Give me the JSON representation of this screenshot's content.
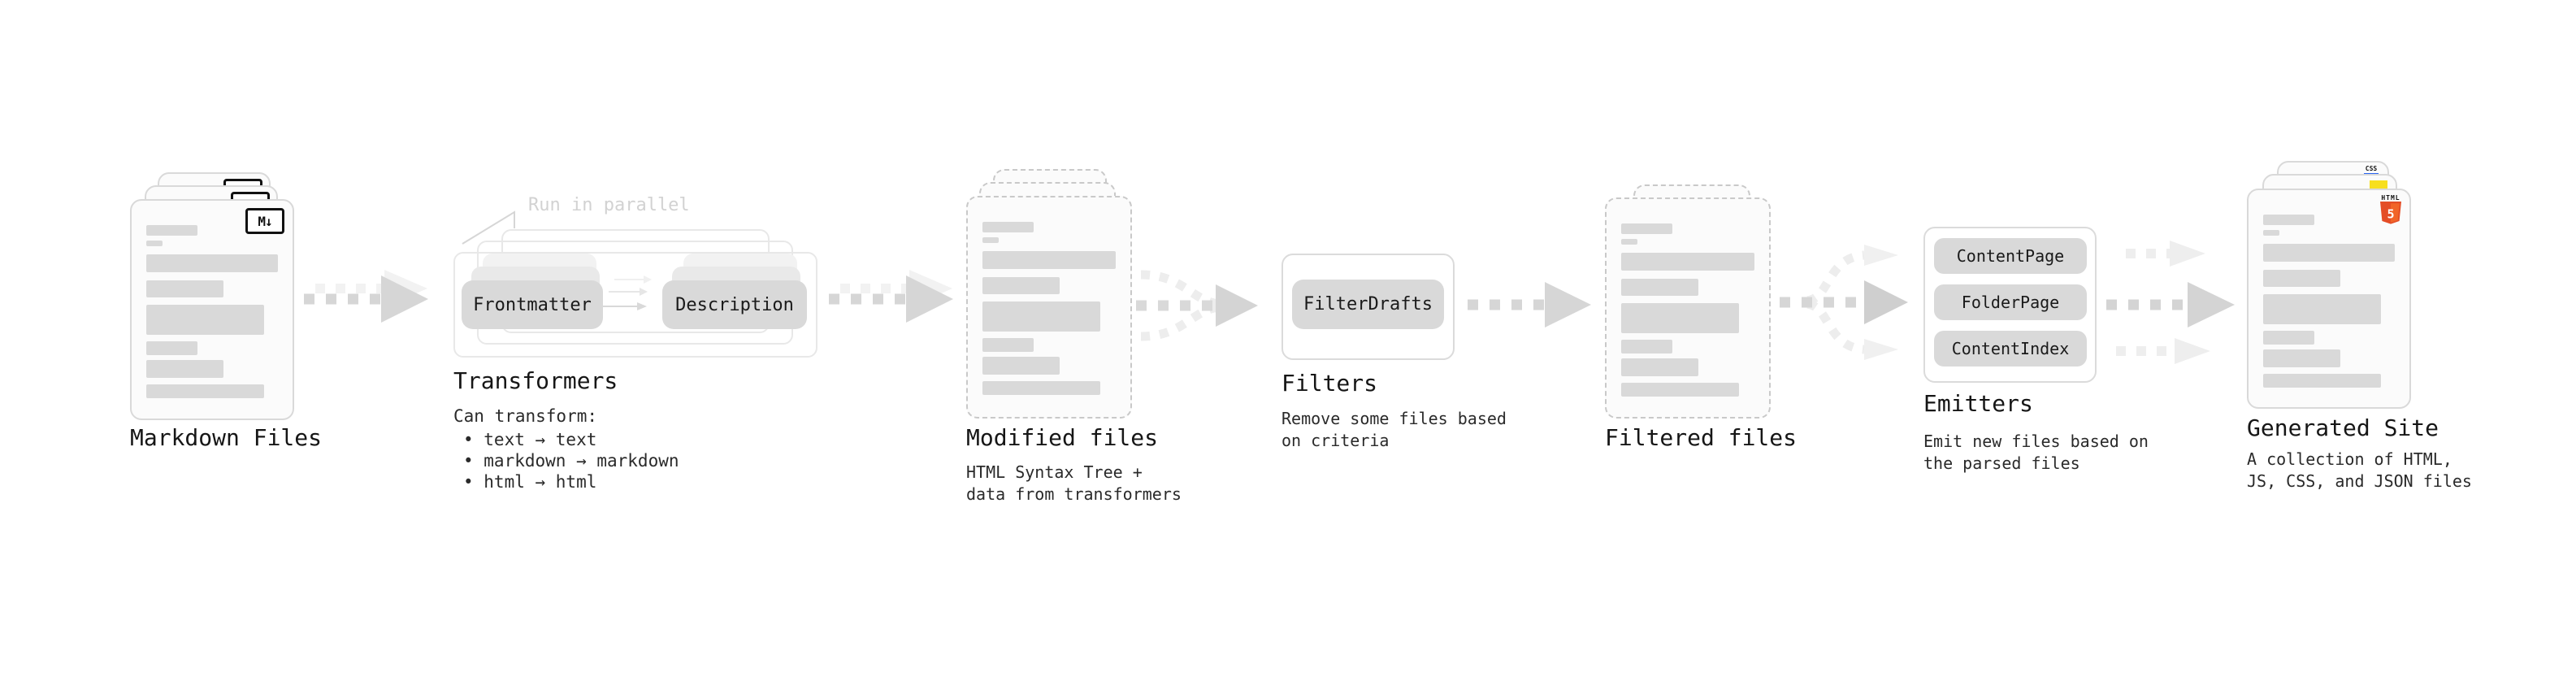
{
  "diagram": {
    "stages": {
      "markdown": {
        "label": "Markdown Files",
        "badge": "M↓"
      },
      "transformers": {
        "label": "Transformers",
        "annotation": "Run in parallel",
        "pill_from": "Frontmatter",
        "pill_to": "Description",
        "note_title": "Can transform:",
        "bullets": [
          "• text → text",
          "• markdown → markdown",
          "• html → html"
        ]
      },
      "modified": {
        "label": "Modified files",
        "sublabel": "HTML Syntax Tree +\ndata from transformers"
      },
      "filters": {
        "label": "Filters",
        "pill": "FilterDrafts",
        "sublabel": "Remove some files based\non criteria"
      },
      "filtered": {
        "label": "Filtered files"
      },
      "emitters": {
        "label": "Emitters",
        "pills": [
          "ContentPage",
          "FolderPage",
          "ContentIndex"
        ],
        "sublabel": "Emit new files based on\nthe parsed files"
      },
      "generated": {
        "label": "Generated Site",
        "sublabel": "A collection of HTML,\nJS, CSS, and JSON files",
        "badge_css": "CSS",
        "badge_html": "HTML",
        "badge_html_number": "5"
      }
    },
    "colors": {
      "card_border": "#d9d9d9",
      "dashed_border": "#c9c9c9",
      "skeleton_bar": "#d9d9d9",
      "pill_bg": "#d9d9d9",
      "arrow_main": "#d6d6d6",
      "arrow_light": "#efefef",
      "annotation_text": "#d2d2d2",
      "text_dark": "#1a1a1a",
      "badge_css_blue": "#2965f1",
      "badge_js_yellow": "#f7df1e",
      "badge_html5_orange": "#e44d26"
    }
  }
}
